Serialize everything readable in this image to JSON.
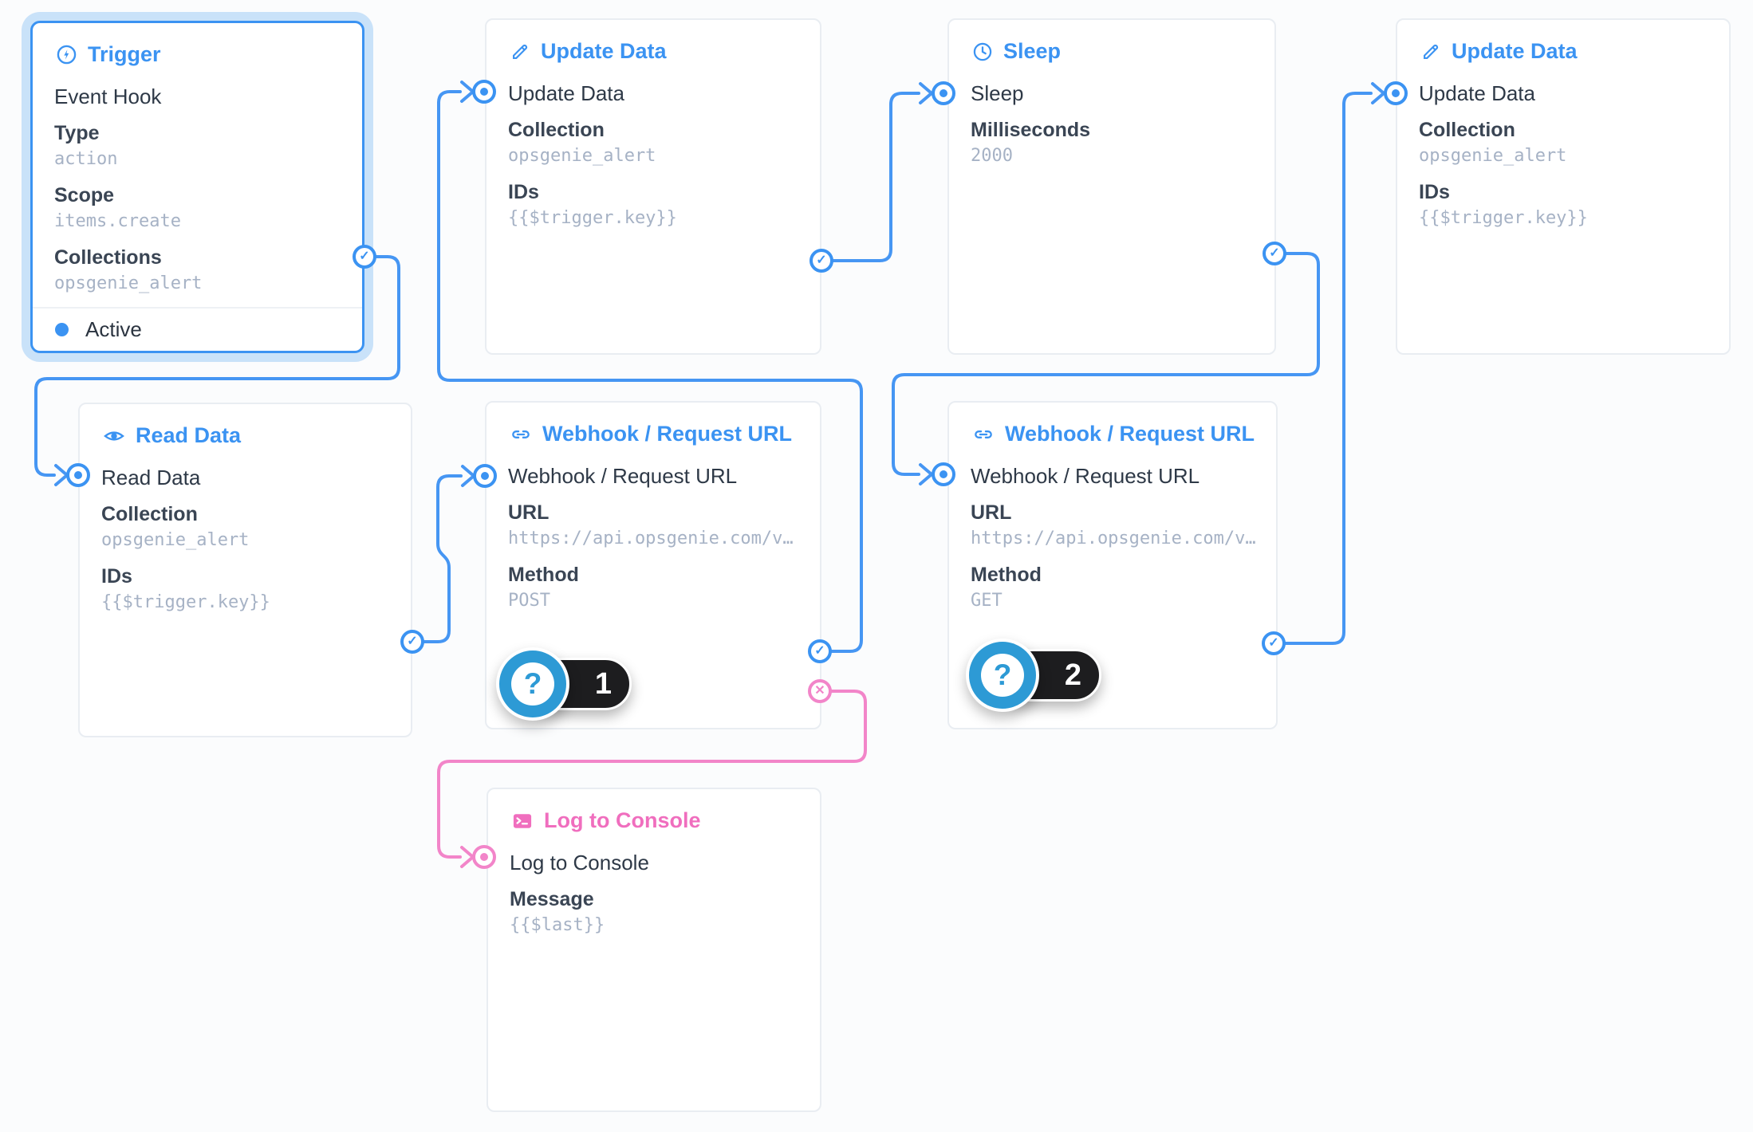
{
  "colors": {
    "blue": "#3B93F2",
    "edge-blue": "#4696F3",
    "pink": "#F06EBE",
    "edge-pink": "#F285C9",
    "halo": "rgba(51,146,240,0.25)",
    "text-dark": "#2E3947",
    "label": "#3A4554",
    "mono-gray": "#A6B2C5",
    "card-border": "#E9EDF2",
    "canvas-bg": "#FBFCFD",
    "badge-blue": "#2D9AD5",
    "pill-black": "#1D1D1F"
  },
  "icons": {
    "trigger": "bolt-circle-icon",
    "update": "pencil-icon",
    "sleep": "clock-icon",
    "read": "eye-icon",
    "webhook": "link-icon",
    "log": "terminal-icon",
    "check": "✓",
    "cross": "✕",
    "question": "?"
  },
  "nodes": {
    "trigger": {
      "title": "Trigger",
      "name": "Event Hook",
      "status": "Active",
      "fields": [
        {
          "label": "Type",
          "value": "action"
        },
        {
          "label": "Scope",
          "value": "items.create"
        },
        {
          "label": "Collections",
          "value": "opsgenie_alert"
        }
      ]
    },
    "update1": {
      "title": "Update Data",
      "name": "Update Data",
      "fields": [
        {
          "label": "Collection",
          "value": "opsgenie_alert"
        },
        {
          "label": "IDs",
          "value": "{{$trigger.key}}"
        }
      ]
    },
    "sleep": {
      "title": "Sleep",
      "name": "Sleep",
      "fields": [
        {
          "label": "Milliseconds",
          "value": "2000"
        }
      ]
    },
    "update2": {
      "title": "Update Data",
      "name": "Update Data",
      "fields": [
        {
          "label": "Collection",
          "value": "opsgenie_alert"
        },
        {
          "label": "IDs",
          "value": "{{$trigger.key}}"
        }
      ]
    },
    "read": {
      "title": "Read Data",
      "name": "Read Data",
      "fields": [
        {
          "label": "Collection",
          "value": "opsgenie_alert"
        },
        {
          "label": "IDs",
          "value": "{{$trigger.key}}"
        }
      ]
    },
    "webhook_post": {
      "title": "Webhook / Request URL",
      "name": "Webhook / Request URL",
      "fields": [
        {
          "label": "URL",
          "value": "https://api.opsgenie.com/v…"
        },
        {
          "label": "Method",
          "value": "POST"
        }
      ],
      "badge": "1"
    },
    "webhook_get": {
      "title": "Webhook / Request URL",
      "name": "Webhook / Request URL",
      "fields": [
        {
          "label": "URL",
          "value": "https://api.opsgenie.com/v…"
        },
        {
          "label": "Method",
          "value": "GET"
        }
      ],
      "badge": "2"
    },
    "log": {
      "title": "Log to Console",
      "name": "Log to Console",
      "fields": [
        {
          "label": "Message",
          "value": "{{$last}}"
        }
      ]
    }
  }
}
